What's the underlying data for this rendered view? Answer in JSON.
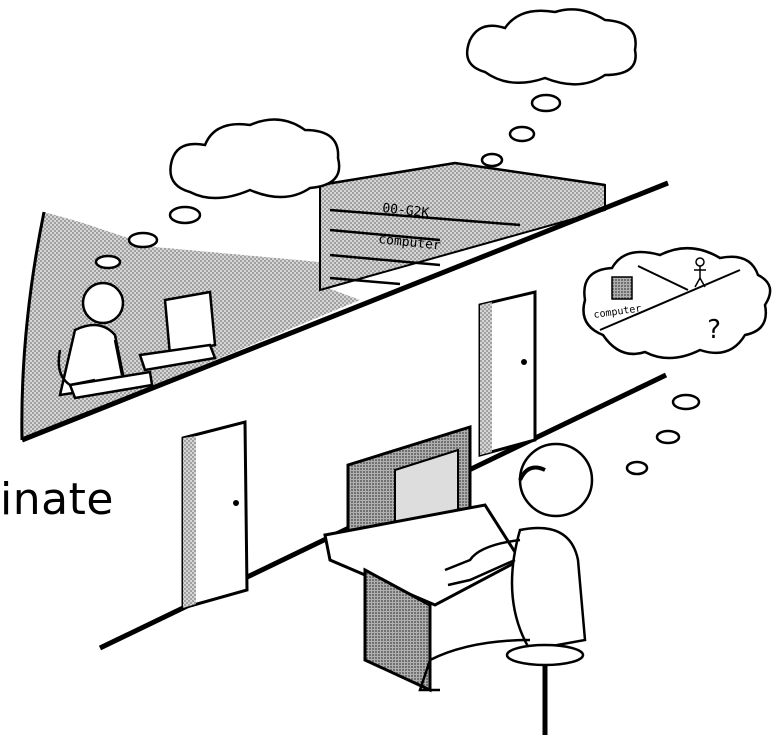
{
  "caption": {
    "text": "inate"
  },
  "mainframe": {
    "model_label": "00-G2K",
    "brand_label": "computer"
  },
  "thought_bubble": {
    "computer_label": "computer",
    "question_mark": "?"
  },
  "colors": {
    "ink": "#000000",
    "paper": "#ffffff",
    "shade": "#c8c8c8",
    "dark_shade": "#9a9a9a"
  }
}
